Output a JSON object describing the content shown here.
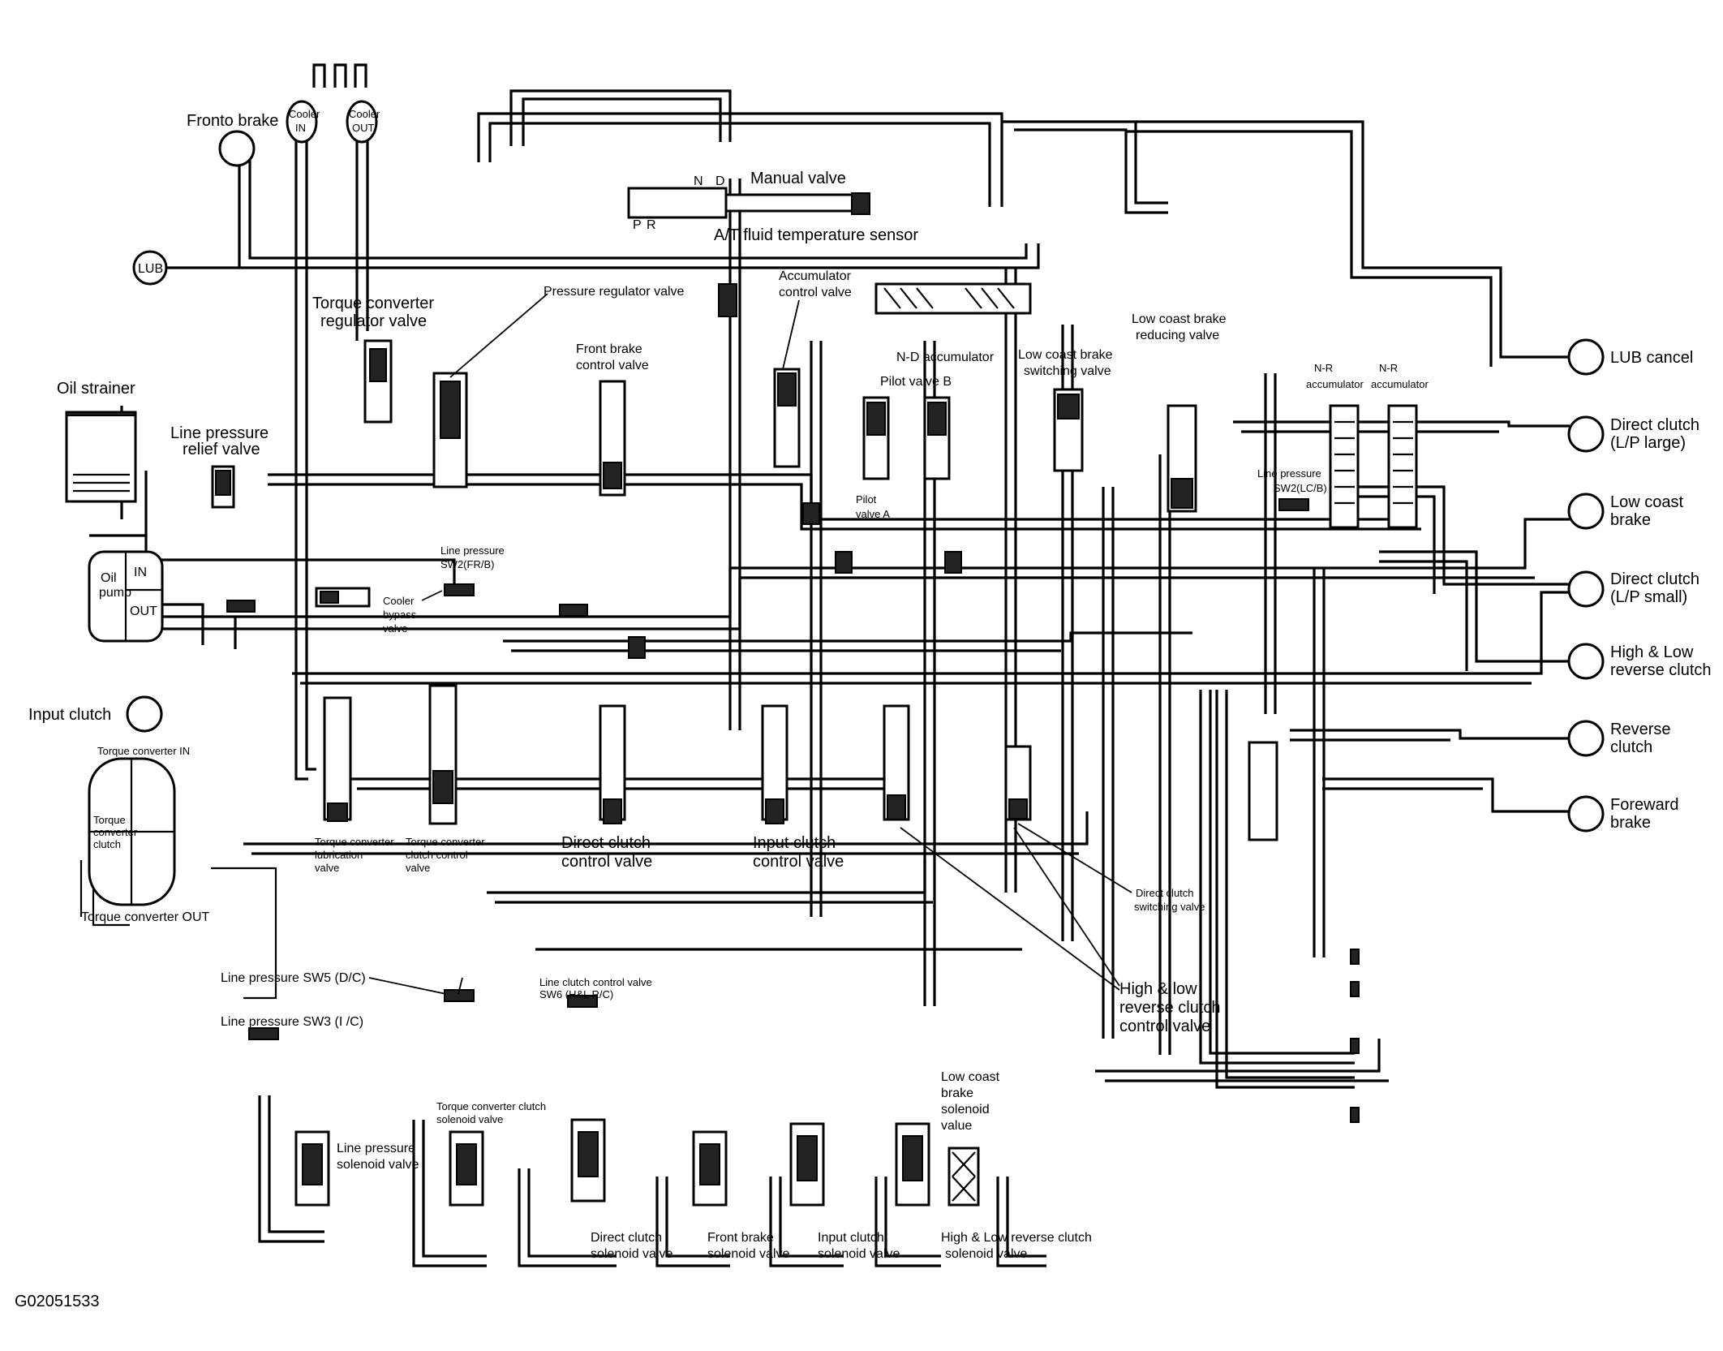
{
  "diagram": {
    "figure_id": "G02051533",
    "labels": {
      "fronto_brake": "Fronto brake",
      "cooler_in": [
        "Cooler",
        "IN"
      ],
      "cooler_out": [
        "Cooler",
        "OUT"
      ],
      "lub": "LUB",
      "manual_valve": "Manual valve",
      "manual_n": "N",
      "manual_d": "D",
      "manual_p": "P",
      "manual_r": "R",
      "at_fluid_temp_sensor": "A/T fluid temperature sensor",
      "pressure_regulator_valve": "Pressure regulator valve",
      "torque_converter_regulator_valve": [
        "Torque converter",
        "regulator valve"
      ],
      "oil_strainer": "Oil strainer",
      "line_pressure_relief_valve": [
        "Line pressure",
        "relief valve"
      ],
      "oil_pump": [
        "Oil",
        "pump"
      ],
      "oil_pump_in": "IN",
      "oil_pump_out": "OUT",
      "front_brake_control_valve": [
        "Front brake",
        "control valve"
      ],
      "accumulator_control_valve": [
        "Accumulator",
        "control valve"
      ],
      "nd_accumulator": "N-D accumulator",
      "pilot_valve_b": "Pilot valve B",
      "pilot_valve_a": [
        "Pilot",
        "valve A"
      ],
      "low_coast_brake_switching_valve": [
        "Low coast brake",
        "switching valve"
      ],
      "low_coast_brake_reducing_valve": [
        "Low coast brake",
        "reducing valve"
      ],
      "nr_accumulator_1": [
        "N-R",
        "accumulator"
      ],
      "nr_accumulator_2": [
        "N-R",
        "accumulator"
      ],
      "line_pressure_sw2_lcb": [
        "Line pressure",
        "SW2(LC/B)"
      ],
      "line_pressure_sw2_frb": [
        "Line pressure",
        "SW2(FR/B)"
      ],
      "cooler_bypass_valve": [
        "Cooler",
        "bypass",
        "valve"
      ],
      "input_clutch": "Input clutch",
      "torque_converter_in": "Torque converter IN",
      "torque_converter_clutch": [
        "Torque",
        "converter",
        "clutch"
      ],
      "torque_converter_out": "Torque converter OUT",
      "torque_converter_lubrication_valve": [
        "Torque converter",
        "lubrication",
        "valve"
      ],
      "torque_converter_clutch_control_valve": [
        "Torque converter",
        "clutch control",
        "valve"
      ],
      "direct_clutch_control_valve": [
        "Direct clutch",
        "control valve"
      ],
      "input_clutch_control_valve": [
        "Input clutch",
        "control valve"
      ],
      "direct_clutch_switching_valve": [
        "Direct clutch",
        "switching valve"
      ],
      "high_low_reverse_clutch_control_valve": [
        "High & low",
        "reverse clutch",
        "control valve"
      ],
      "line_pressure_sw5": "Line pressure SW5 (D/C)",
      "line_pressure_sw3": "Line pressure SW3 (I /C)",
      "line_pressure_sw6": [
        "Line clutch control valve",
        "SW6 (H&L R/C)"
      ],
      "torque_converter_clutch_solenoid_valve": [
        "Torque converter clutch",
        "solenoid valve"
      ],
      "line_pressure_solenoid_valve": [
        "Line pressure",
        "solenoid valve"
      ],
      "low_coast_brake_solenoid_value": [
        "Low coast",
        "brake",
        "solenoid",
        "value"
      ],
      "direct_clutch_solenoid_valve": [
        "Direct clutch",
        "solenoid valve"
      ],
      "front_brake_solenoid_valve": [
        "Front brake",
        "solenoid valve"
      ],
      "input_clutch_solenoid_valve": [
        "Input clutch",
        "solenoid valve"
      ],
      "high_low_reverse_clutch_solenoid_valve": [
        "High & Low reverse clutch",
        "solenoid valve"
      ]
    },
    "outputs": [
      [
        "LUB cancel"
      ],
      [
        "Direct clutch",
        "(L/P large)"
      ],
      [
        "Low coast",
        "brake"
      ],
      [
        "Direct clutch",
        "(L/P small)"
      ],
      [
        "High & Low",
        "reverse clutch"
      ],
      [
        "Reverse",
        "clutch"
      ],
      [
        "Foreward",
        "brake"
      ]
    ]
  }
}
